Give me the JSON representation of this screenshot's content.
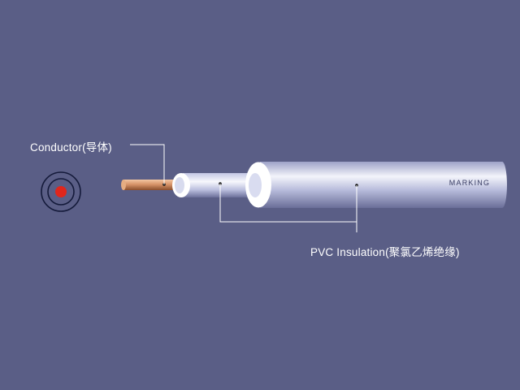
{
  "labels": {
    "conductor": "Conductor(导体)",
    "insulation": "PVC Insulation(聚氯乙烯绝缘)",
    "marking": "MARKING"
  },
  "colors": {
    "background": "#5a5e86",
    "conductor": "#d8956a",
    "conductor_dot": "#e0261c",
    "insulation": "#c9cde6",
    "leader_line": "#ffffff"
  },
  "icons": [
    "cross-section-icon"
  ]
}
